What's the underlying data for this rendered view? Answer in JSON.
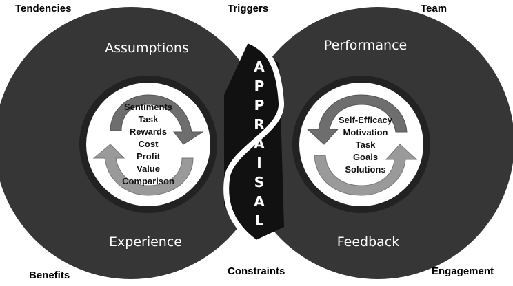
{
  "corners": {
    "top_left": "Tendencies",
    "top_center": "Triggers",
    "top_right": "Team",
    "bottom_left": "Benefits",
    "bottom_center": "Constraints",
    "bottom_right": "Engagement"
  },
  "left_loop": {
    "top_label": "Assumptions",
    "bottom_label": "Experience",
    "items": [
      "Sentiments",
      "Task",
      "Rewards",
      "Cost",
      "Profit",
      "Value",
      "Comparison"
    ]
  },
  "right_loop": {
    "top_label": "Performance",
    "bottom_label": "Feedback",
    "items": [
      "Self-Efficacy",
      "Motivation",
      "Task",
      "Goals",
      "Solutions"
    ]
  },
  "center_letters": [
    "A",
    "P",
    "P",
    "R",
    "A",
    "I",
    "S",
    "A",
    "L"
  ],
  "colors": {
    "ring": "#363636",
    "inner_ring": "#222222",
    "center_band": "#111111",
    "arrow_dark": "#666666",
    "arrow_light": "#9a9a9a"
  }
}
